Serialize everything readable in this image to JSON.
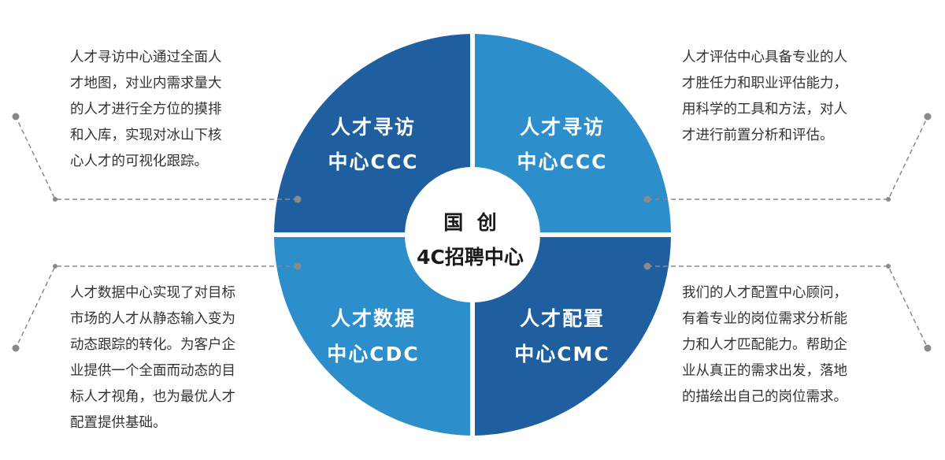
{
  "center": {
    "line1": "国  创",
    "line2": "4C招聘中心"
  },
  "quadrants": {
    "top_left": {
      "line1": "人才寻访",
      "line2": "中心CCC",
      "color": "#1f5fa0"
    },
    "top_right": {
      "line1": "人才寻访",
      "line2": "中心CCC",
      "color": "#2d8ecc"
    },
    "bottom_left": {
      "line1": "人才数据",
      "line2": "中心CDC",
      "color": "#2d8ecc"
    },
    "bottom_right": {
      "line1": "人才配置",
      "line2": "中心CMC",
      "color": "#1f5fa0"
    }
  },
  "descriptions": {
    "top_left": [
      "人才寻访中心通过全面人",
      "才地图，对业内需求量大",
      "的人才进行全方位的摸排",
      "和入库，实现对冰山下核",
      "心人才的可视化跟踪。"
    ],
    "top_right": [
      "人才评估中心具备专业的人",
      "才胜任力和职业评估能力，",
      "用科学的工具和方法，对人",
      "才进行前置分析和评估。"
    ],
    "bottom_left": [
      "人才数据中心实现了对目标",
      "市场的人才从静态输入变为",
      "动态跟踪的转化。为客户企",
      "业提供一个全面而动态的目",
      "标人才视角，也为最优人才",
      "配置提供基础。"
    ],
    "bottom_right": [
      "我们的人才配置中心顾问，",
      "有着专业的岗位需求分析能",
      "力和人才匹配能力。帮助企",
      "业从真正的需求出发，落地",
      "的描绘出自己的岗位需求。"
    ]
  },
  "colors": {
    "dark_blue": "#1f5fa0",
    "light_blue": "#2d8ecc",
    "connector_gray": "#8a8a8a",
    "text": "#333333"
  }
}
